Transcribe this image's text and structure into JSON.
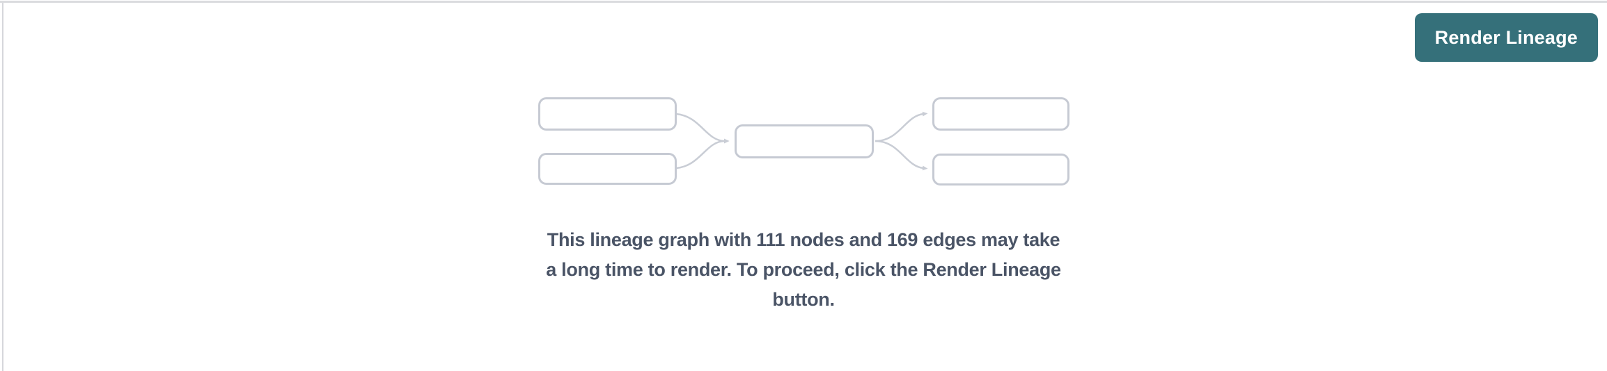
{
  "toolbar": {
    "render_lineage_label": "Render Lineage"
  },
  "empty_state": {
    "message_lines": [
      "This lineage graph with 111 nodes and 169 edges may take",
      "a long time to render. To proceed, click the Render Lineage",
      "button."
    ],
    "node_count": 111,
    "edge_count": 169
  },
  "colors": {
    "accent_teal": "#35707a",
    "button_text": "#ffffff",
    "placeholder_node_border": "#c6cad3",
    "placeholder_edge": "#c9cdd5",
    "message_text": "#4a5466",
    "panel_border": "#d9dadd",
    "background": "#ffffff"
  }
}
